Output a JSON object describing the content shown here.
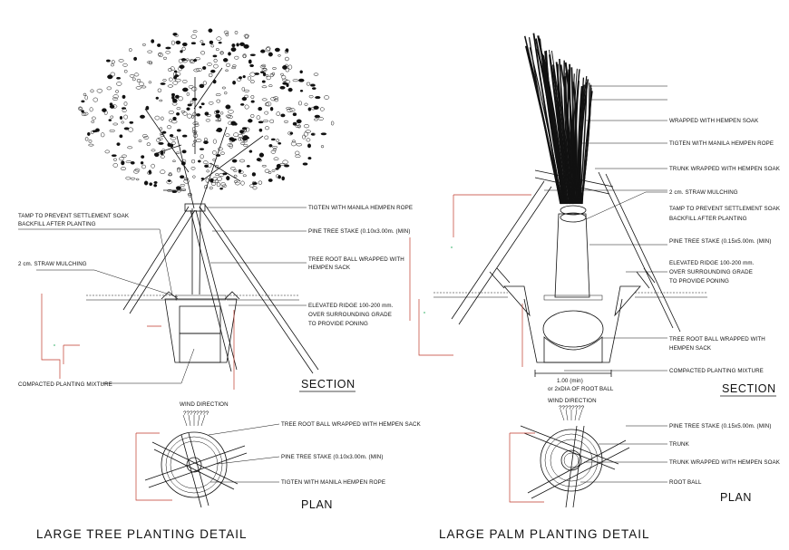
{
  "left": {
    "title": "LARGE TREE PLANTING DETAIL",
    "section_heading": "SECTION",
    "plan_heading": "PLAN",
    "section_labels": {
      "tighten_rope": "TIGTEN WITH MANILA HEMPEN ROPE",
      "tamp_line1": "TAMP TO PREVENT SETTLEMENT SOAK",
      "tamp_line2": "BACKFILL AFTER PLANTING",
      "stake": "PINE TREE STAKE (0.10x3.00m. (MIN)",
      "root_ball_line1": "TREE ROOT BALL WRAPPED WITH",
      "root_ball_line2": "HEMPEN SACK",
      "mulching": "2 cm. STRAW MULCHING",
      "ridge_line1": "ELEVATED RIDGE 100-200 mm.",
      "ridge_line2": "OVER SURROUNDING GRADE",
      "ridge_line3": "TO PROVIDE PONING",
      "compacted": "COMPACTED PLANTING MIXTURE"
    },
    "plan_labels": {
      "wind": "WIND DIRECTION",
      "root_ball": "TREE ROOT BALL WRAPPED WITH HEMPEN SACK",
      "stake": "PINE TREE STAKE (0.10x3.00m. (MIN)",
      "rope": "TIGTEN WITH MANILA HEMPEN ROPE"
    }
  },
  "right": {
    "title": "LARGE PALM PLANTING DETAIL",
    "section_heading": "SECTION",
    "plan_heading": "PLAN",
    "section_labels": {
      "wrapped": "WRAPPED WITH HEMPEN SOAK",
      "tighten_rope": "TIGTEN WITH MANILA HEMPEN ROPE",
      "trunk_wrapped": "TRUNK WRAPPED WITH HEMPEN SOAK",
      "mulching": "2 cm. STRAW MULCHING",
      "tamp_line1": "TAMP TO PREVENT SETTLEMENT SOAK",
      "tamp_line2": "BACKFILL AFTER PLANTING",
      "stake": "PINE TREE STAKE (0.15x5.00m. (MIN)",
      "ridge_line1": "ELEVATED RIDGE 100-200 mm.",
      "ridge_line2": "OVER SURROUNDING GRADE",
      "ridge_line3": "TO PROVIDE PONING",
      "root_ball_line1": "TREE ROOT BALL WRAPPED WITH",
      "root_ball_line2": "HEMPEN SACK",
      "compacted": "COMPACTED PLANTING MIXTURE",
      "dim_line1": "1.00 (min)",
      "dim_line2": "or 2xDIA OF ROOT BALL"
    },
    "plan_labels": {
      "wind": "WIND DIRECTION",
      "stake": "PINE TREE STAKE (0.15x5.00m. (MIN)",
      "trunk": "TRUNK",
      "trunk_wrapped": "TRUNK WRAPPED WITH HEMPEN SOAK",
      "root_ball": "ROOT BALL"
    }
  },
  "colors": {
    "line": "#111111",
    "dimension_red": "#c0392b",
    "dimension_green": "#27ae60"
  }
}
